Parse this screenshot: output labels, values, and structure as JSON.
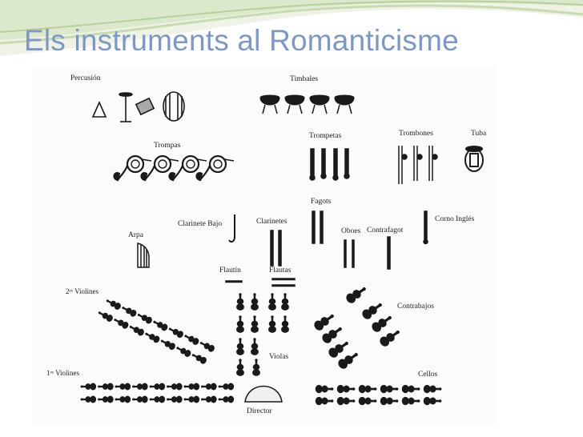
{
  "slide": {
    "title": "Els instruments al Romanticisme"
  },
  "labels": {
    "percussion": "Percusión",
    "timbales": "Timbales",
    "trompas": "Trompas",
    "trompetas": "Trompetas",
    "trombones": "Trombones",
    "tuba": "Tuba",
    "fagots": "Fagots",
    "arpa": "Arpa",
    "clarinete_bajo": "Clarinete Bajo",
    "clarinetes": "Clarinetes",
    "oboes": "Oboes",
    "contrafagot": "Contrafagot",
    "corno_ingles": "Corno Inglés",
    "flautin": "Flautín",
    "flautas": "Flautas",
    "violines_2": "2ᵒˢ Violines",
    "contrabajos": "Contrabajos",
    "violas": "Violas",
    "violines_1": "1ᵒˢ Violines",
    "cellos": "Cellos",
    "director": "Director"
  },
  "colors": {
    "title": "#7d98c6",
    "wave_dark": "#b8cf9c",
    "wave_light": "#dce8cc",
    "ink": "#1a1a1a"
  }
}
